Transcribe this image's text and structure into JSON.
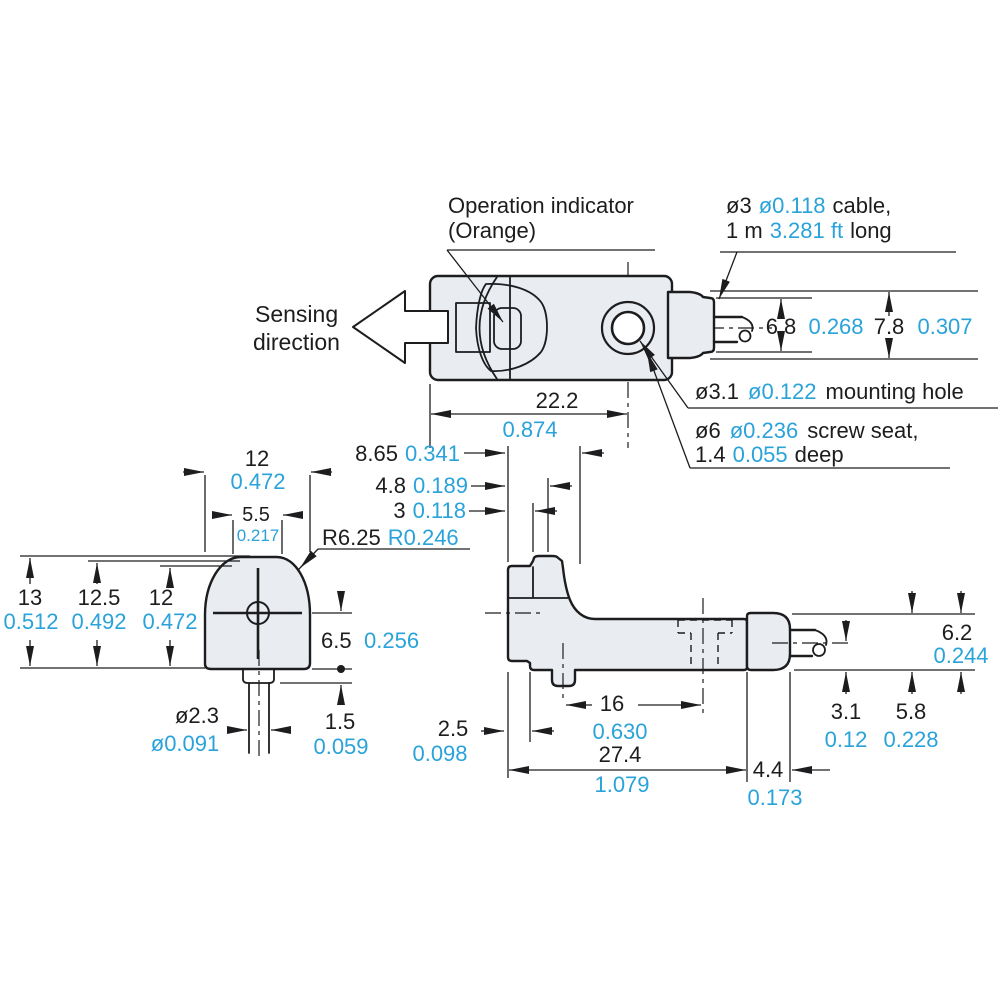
{
  "colors": {
    "ink": "#1d1d1f",
    "inch_blue": "#29a3d9",
    "part_fill": "#e9edf1"
  },
  "annotations": {
    "sensing_direction": {
      "line1": "Sensing",
      "line2": "direction"
    },
    "operation_indicator": {
      "line1": "Operation indicator",
      "line2": "(Orange)"
    },
    "cable": {
      "mm": "ø3",
      "inch": "ø0.118",
      "mid": "cable,",
      "mm2": "1 m",
      "inch2": "3.281 ft",
      "tail": "long"
    },
    "mounting_hole": {
      "mm": "ø3.1",
      "inch": "ø0.122",
      "tail": "mounting hole"
    },
    "screw_seat": {
      "mm": "ø6",
      "inch": "ø0.236",
      "tail": "screw seat,",
      "mm2": "1.4",
      "inch2": "0.055",
      "tail2": "deep"
    }
  },
  "dims": {
    "w222": {
      "mm": "22.2",
      "inch": "0.874"
    },
    "w68": {
      "mm": "6.8",
      "inch": "0.268"
    },
    "w78": {
      "mm": "7.8",
      "inch": "0.307"
    },
    "d865": {
      "mm": "8.65",
      "inch": "0.341"
    },
    "d48": {
      "mm": "4.8",
      "inch": "0.189"
    },
    "d3": {
      "mm": "3",
      "inch": "0.118"
    },
    "r625": {
      "mm": "R6.25",
      "inch": "R0.246"
    },
    "w12": {
      "mm": "12",
      "inch": "0.472"
    },
    "w55": {
      "mm": "5.5",
      "inch": "0.217"
    },
    "h13": {
      "mm": "13",
      "inch": "0.512"
    },
    "h125": {
      "mm": "12.5",
      "inch": "0.492"
    },
    "h12": {
      "mm": "12",
      "inch": "0.472"
    },
    "h65": {
      "mm": "6.5",
      "inch": "0.256"
    },
    "d23": {
      "mm": "ø2.3",
      "inch": "ø0.091"
    },
    "h15": {
      "mm": "1.5",
      "inch": "0.059"
    },
    "d25": {
      "mm": "2.5",
      "inch": "0.098"
    },
    "w16": {
      "mm": "16",
      "inch": "0.630"
    },
    "w274": {
      "mm": "27.4",
      "inch": "1.079"
    },
    "w44": {
      "mm": "4.4",
      "inch": "0.173"
    },
    "h31": {
      "mm": "3.1",
      "inch": "0.12"
    },
    "h58": {
      "mm": "5.8",
      "inch": "0.228"
    },
    "h62": {
      "mm": "6.2",
      "inch": "0.244"
    }
  }
}
